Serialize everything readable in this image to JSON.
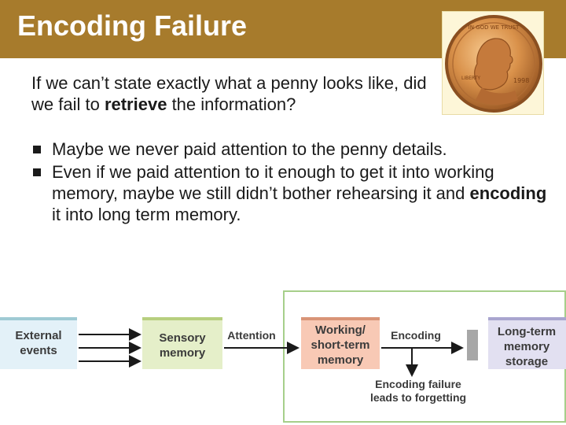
{
  "slide": {
    "title": "Encoding Failure",
    "question": {
      "before": "If we can’t state exactly what a penny looks like, did we fail to ",
      "emphasis": "retrieve",
      "after": " the information?"
    },
    "bullets": [
      {
        "text": "Maybe we never paid attention to the penny details."
      },
      {
        "before": "Even if we paid attention to it enough to get it into working memory, maybe we still didn’t bother rehearsing it and ",
        "emphasis": "encoding",
        "after": " it into long term memory."
      }
    ]
  },
  "penny": {
    "motto": "IN GOD WE TRUST",
    "inscription": "LIBERTY",
    "year": "1998"
  },
  "diagram": {
    "external_events": [
      "External",
      "events"
    ],
    "sensory_memory": [
      "Sensory",
      "memory"
    ],
    "attention_label": "Attention",
    "working_memory": [
      "Working/",
      "short-term",
      "memory"
    ],
    "encoding_label": "Encoding",
    "long_term_memory": [
      "Long-term",
      "memory",
      "storage"
    ],
    "failure_label": [
      "Encoding failure",
      "leads to forgetting"
    ]
  },
  "colors": {
    "title_bar": "#a77b2c",
    "external_box": "#e3f1f8",
    "sensory_box": "#e5efc9",
    "working_box": "#f8c9b5",
    "longterm_box": "#e2e0f1",
    "diagram_border": "#a6cf8a"
  }
}
